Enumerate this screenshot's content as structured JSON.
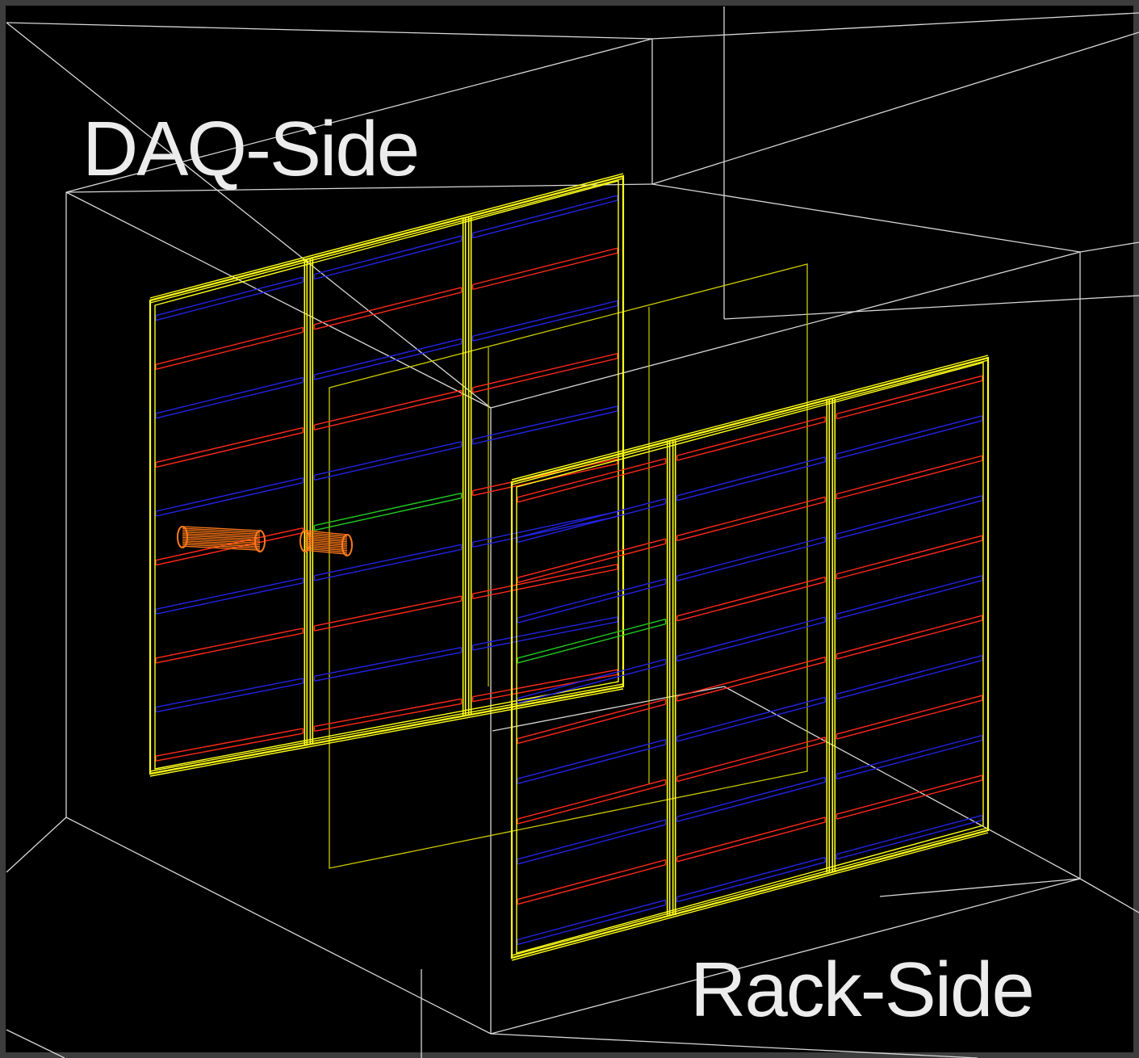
{
  "labels": {
    "daq_side": "DAQ-Side",
    "rack_side": "Rack-Side"
  },
  "colors": {
    "background": "#000000",
    "border": "#3d3d3d",
    "wireframe": "#d8d8d8",
    "frame": "#ffff1a",
    "bar_red": "#ff2a1a",
    "bar_blue": "#2323e6",
    "bar_green": "#22cc22",
    "target": "#ff7a1a",
    "label": "#ececec"
  },
  "icons": [
    "detector-panel-daq",
    "detector-panel-rack",
    "target-cylinder"
  ]
}
